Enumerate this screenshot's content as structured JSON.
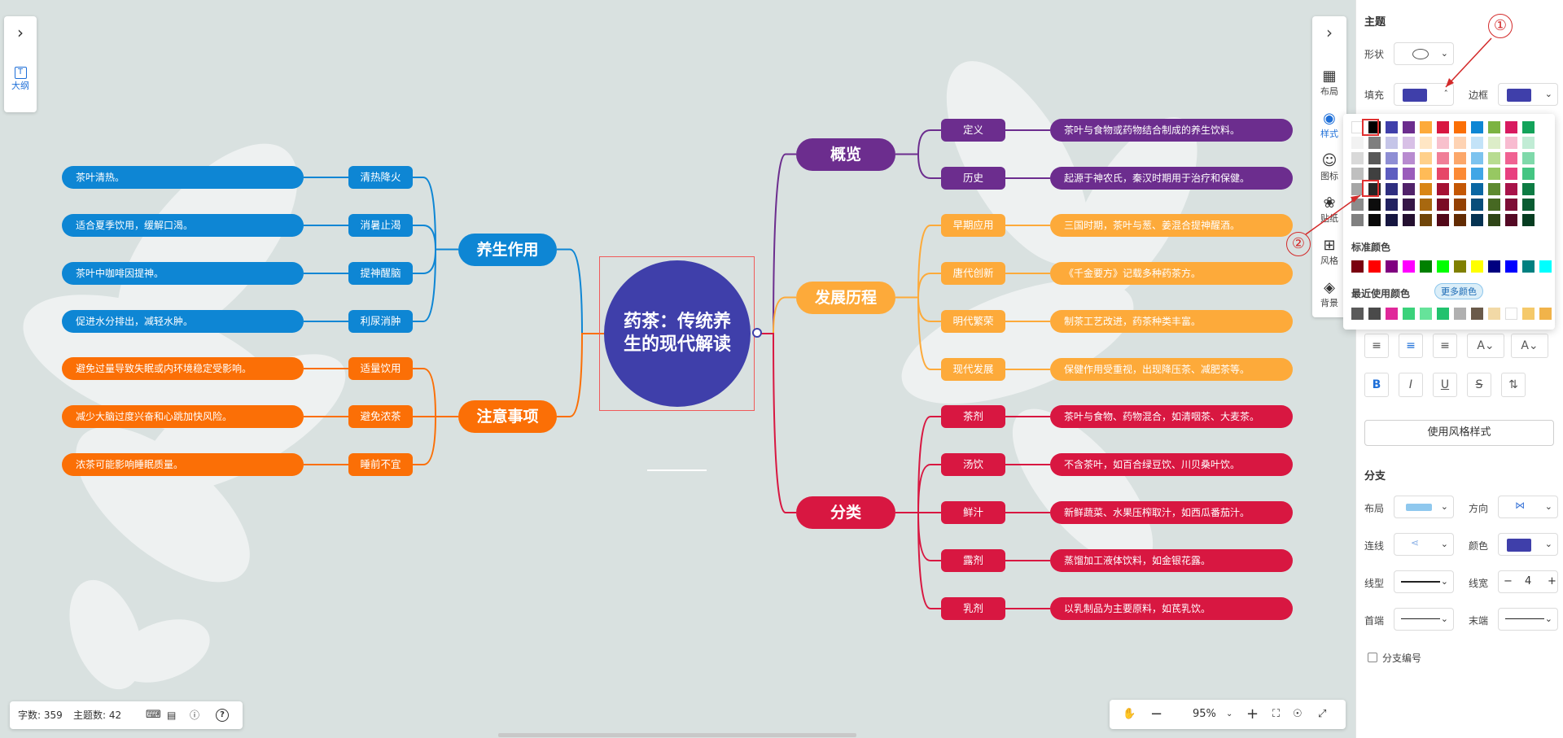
{
  "outline_label": "大纲",
  "center": {
    "title": "药茶：传统养生的现代解读"
  },
  "left_branches": [
    {
      "label": "养生作用",
      "color": "blue",
      "children": [
        {
          "sub": "清热降火",
          "text": "茶叶清热。"
        },
        {
          "sub": "消暑止渴",
          "text": "适合夏季饮用，缓解口渴。"
        },
        {
          "sub": "提神醒脑",
          "text": "茶叶中咖啡因提神。"
        },
        {
          "sub": "利尿消肿",
          "text": "促进水分排出，减轻水肿。"
        }
      ]
    },
    {
      "label": "注意事项",
      "color": "orange",
      "children": [
        {
          "sub": "适量饮用",
          "text": "避免过量导致失眠或内环境稳定受影响。"
        },
        {
          "sub": "避免浓茶",
          "text": "减少大脑过度兴奋和心跳加快风险。"
        },
        {
          "sub": "睡前不宜",
          "text": "浓茶可能影响睡眠质量。"
        }
      ]
    }
  ],
  "right_branches": [
    {
      "label": "概览",
      "color": "purple",
      "children": [
        {
          "sub": "定义",
          "text": "茶叶与食物或药物结合制成的养生饮料。"
        },
        {
          "sub": "历史",
          "text": "起源于神农氏，秦汉时期用于治疗和保健。"
        }
      ]
    },
    {
      "label": "发展历程",
      "color": "lorange",
      "children": [
        {
          "sub": "早期应用",
          "text": "三国时期，茶叶与葱、姜混合提神醒酒。"
        },
        {
          "sub": "唐代创新",
          "text": "《千金要方》记载多种药茶方。"
        },
        {
          "sub": "明代繁荣",
          "text": "制茶工艺改进，药茶种类丰富。"
        },
        {
          "sub": "现代发展",
          "text": "保健作用受重视，出现降压茶、减肥茶等。"
        }
      ]
    },
    {
      "label": "分类",
      "color": "red",
      "children": [
        {
          "sub": "茶剂",
          "text": "茶叶与食物、药物混合，如清咽茶、大麦茶。"
        },
        {
          "sub": "汤饮",
          "text": "不含茶叶，如百合绿豆饮、川贝桑叶饮。"
        },
        {
          "sub": "鲜汁",
          "text": "新鲜蔬菜、水果压榨取汁，如西瓜番茄汁。"
        },
        {
          "sub": "露剂",
          "text": "蒸馏加工液体饮料，如金银花露。"
        },
        {
          "sub": "乳剂",
          "text": "以乳制品为主要原料，如芪乳饮。"
        }
      ]
    }
  ],
  "status": {
    "word_count": "字数: 359",
    "topic_count": "主题数: 42"
  },
  "zoom": {
    "level": "95%"
  },
  "icon_bar": {
    "layout": "布局",
    "style": "样式",
    "icon": "图标",
    "sticker": "贴纸",
    "theme": "风格",
    "background": "背景"
  },
  "panel": {
    "topic_title": "主题",
    "shape_label": "形状",
    "fill_label": "填充",
    "border_label": "边框",
    "standard_colors_label": "标准颜色",
    "recent_colors_label": "最近使用颜色",
    "more_colors": "更多颜色",
    "use_style_button": "使用风格样式",
    "branch_title": "分支",
    "layout_label": "布局",
    "direction_label": "方向",
    "line_label": "连线",
    "color_label": "颜色",
    "line_type_label": "线型",
    "line_width_label": "线宽",
    "line_width_value": "4",
    "start_label": "首端",
    "end_label": "末端",
    "branch_number_label": "分支编号",
    "fill_color": "#3f3faa",
    "border_color": "#3f3faa"
  },
  "palette": {
    "columns": [
      [
        "#ffffff",
        "#f2f2f2",
        "#d9d9d9",
        "#bfbfbf",
        "#a6a6a6",
        "#8c8c8c",
        "#808080"
      ],
      [
        "#000000",
        "#7f7f7f",
        "#595959",
        "#404040",
        "#262626",
        "#0d0d0d",
        "#0a0a0a"
      ],
      [
        "#3f3faa",
        "#c5c5e8",
        "#8e8ed4",
        "#5d5dc0",
        "#2f2f80",
        "#222260",
        "#161640"
      ],
      [
        "#6c2d8e",
        "#d8c0e6",
        "#b88bd0",
        "#9a5cbb",
        "#51226a",
        "#361747",
        "#241030"
      ],
      [
        "#fdaa3a",
        "#ffe6c4",
        "#ffd08a",
        "#ffbb57",
        "#d98616",
        "#a8680f",
        "#70450a"
      ],
      [
        "#d81741",
        "#f8c0cc",
        "#f07e97",
        "#e64668",
        "#a51132",
        "#7a0c25",
        "#520819"
      ],
      [
        "#fb6f06",
        "#fed3b3",
        "#fca76a",
        "#fc8a35",
        "#c45704",
        "#944103",
        "#622b02"
      ],
      [
        "#0e86d4",
        "#c3e3f8",
        "#7cc3ef",
        "#40a6e6",
        "#0a67a3",
        "#084d7a",
        "#053352"
      ],
      [
        "#7cb342",
        "#dcedc8",
        "#b8dc91",
        "#97c862",
        "#5e8a30",
        "#466822",
        "#2f4517"
      ],
      [
        "#d81b60",
        "#f8bbd0",
        "#f06292",
        "#e8407f",
        "#a81349",
        "#7d0e36",
        "#540924"
      ],
      [
        "#13a35a",
        "#c1ecd5",
        "#7fd9aa",
        "#44c582",
        "#0e7c44",
        "#0a5c32",
        "#073d21"
      ]
    ],
    "standard": [
      "#7a0010",
      "#ff0000",
      "#800080",
      "#ff00ff",
      "#008000",
      "#00ff00",
      "#808000",
      "#ffff00",
      "#000080",
      "#0000ff",
      "#008080",
      "#00ffff"
    ],
    "recent": [
      "#5a5a5a",
      "#4a4a4a",
      "#e0289a",
      "#3ad27a",
      "#66e39a",
      "#21c26e",
      "#b0b0b0",
      "#6a5a4a",
      "#f2d9a6",
      "#ffffff",
      "#f5c96a",
      "#f1b34a"
    ]
  }
}
